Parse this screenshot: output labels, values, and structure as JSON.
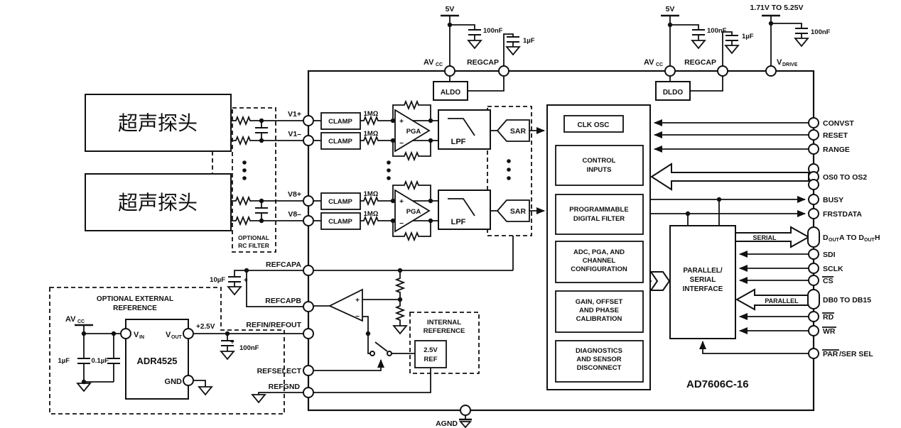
{
  "chip": {
    "name": "AD7606C-16",
    "agnd": "AGND"
  },
  "power_left": {
    "supply": "5V",
    "cap1": "100nF",
    "cap2": "1µF",
    "avcc": "AV",
    "avcc_sub": "CC",
    "regcap": "REGCAP",
    "ldo": "ALDO"
  },
  "power_right": {
    "supply": "5V",
    "cap1": "100nF",
    "cap2": "1µF",
    "avcc": "AV",
    "avcc_sub": "CC",
    "regcap": "REGCAP",
    "ldo": "DLDO",
    "vdrive_supply": "1.71V TO 5.25V",
    "cap3": "100nF",
    "vdrive": "V",
    "vdrive_sub": "DRIVE"
  },
  "probes": {
    "probe1": "超声探头",
    "probe2": "超声探头",
    "rc1": "OPTIONAL",
    "rc2": "RC FILTER"
  },
  "frontend": {
    "clamp": "CLAMP",
    "r1m": "1MΩ",
    "pga": "PGA",
    "plus": "+",
    "minus": "−",
    "lpf": "LPF",
    "sar": "SAR",
    "v1p": "V1+",
    "v1m": "V1–",
    "v8p": "V8+",
    "v8m": "V8–"
  },
  "digital": {
    "clk": "CLK OSC",
    "ctrl1": "CONTROL",
    "ctrl2": "INPUTS",
    "filt1": "PROGRAMMABLE",
    "filt2": "DIGITAL FILTER",
    "adc1": "ADC, PGA, AND",
    "adc2": "CHANNEL",
    "adc3": "CONFIGURATION",
    "gain1": "GAIN, OFFSET",
    "gain2": "AND PHASE",
    "gain3": "CALIBRATION",
    "diag1": "DIAGNOSTICS",
    "diag2": "AND SENSOR",
    "diag3": "DISCONNECT"
  },
  "interface": {
    "line1": "PARALLEL/",
    "line2": "SERIAL",
    "line3": "INTERFACE",
    "serial": "SERIAL",
    "parallel": "PARALLEL"
  },
  "pins": {
    "convst": "CONVST",
    "reset": "RESET",
    "range": "RANGE",
    "os": "OS0 TO OS2",
    "busy": "BUSY",
    "frstdata": "FRSTDATA",
    "dout_d1": "D",
    "dout_s1": "OUT",
    "dout_mid": "A TO D",
    "dout_s2": "OUT",
    "dout_d2": "H",
    "sdi": "SDI",
    "sclk": "SCLK",
    "cs": "CS",
    "db": "DB0 TO DB15",
    "rd": "RD",
    "wr": "WR",
    "parser_bar": "PAR",
    "parser_rest": "/SER SEL"
  },
  "reference": {
    "refcapa": "REFCAPA",
    "refcapb": "REFCAPB",
    "refinout": "REFIN/REFOUT",
    "refselect": "REFSELECT",
    "refgnd": "REFGND",
    "c10": "10µF",
    "c100": "100nF",
    "plus": "+",
    "v25": "+2.5V",
    "int1": "INTERNAL",
    "int2": "REFERENCE",
    "ref1": "2.5V",
    "ref2": "REF"
  },
  "ext_ref": {
    "title1": "OPTIONAL EXTERNAL",
    "title2": "REFERENCE",
    "avcc": "AV",
    "avcc_sub": "CC",
    "c1": "1µF",
    "c2": "0.1µF",
    "part": "ADR4525",
    "vin": "V",
    "vin_sub": "IN",
    "vout": "V",
    "vout_sub": "OUT",
    "gnd": "GND"
  }
}
